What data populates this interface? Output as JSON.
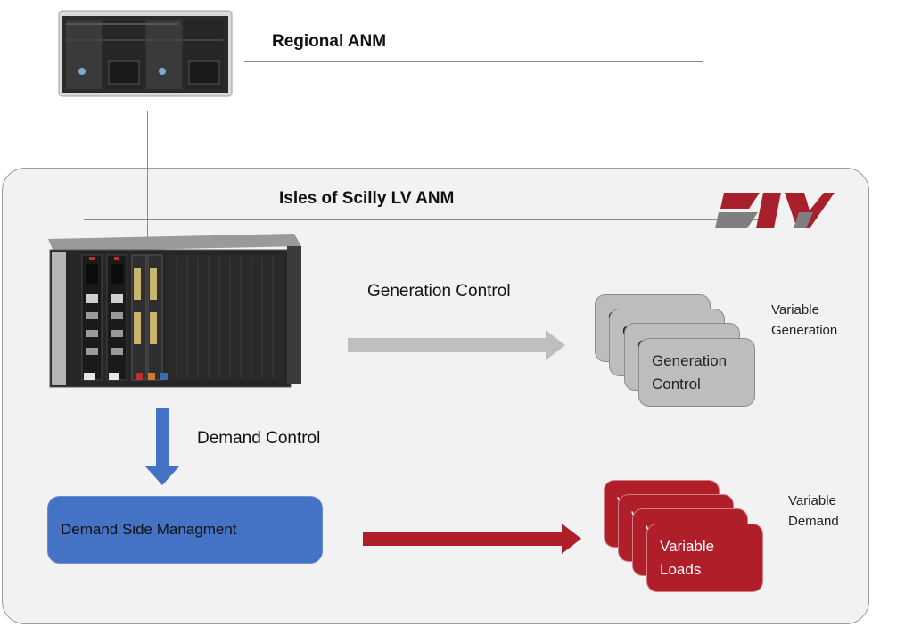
{
  "diagram": {
    "regional_title": "Regional ANM",
    "isles_title": "Isles of Scilly LV ANM",
    "generation_control_label": "Generation Control",
    "demand_control_label": "Demand  Control",
    "demand_side_box": "Demand Side Managment",
    "generation_stack": {
      "front_label_line1": "Generation",
      "front_label_line2": "Control",
      "back_letters": [
        "G",
        "G",
        "G"
      ]
    },
    "loads_stack": {
      "front_label_line1": "Variable",
      "front_label_line2": "Loads",
      "back_letters": [
        "V",
        "V",
        "V"
      ]
    },
    "variable_generation_line1": "Variable",
    "variable_generation_line2": "Generation",
    "variable_demand_line1": "Variable",
    "variable_demand_line2": "Demand",
    "logo_text": "ZIV",
    "colors": {
      "panel_bg": "#f2f2f2",
      "gray_arrow": "#bfbfbf",
      "blue_arrow": "#4472c4",
      "red_arrow": "#b01e2a",
      "gray_card": "#bdbdbd",
      "red_card": "#b01e2a",
      "blue_box": "#4472c4",
      "logo_red": "#a8202c",
      "logo_gray": "#7f7f7f"
    }
  }
}
